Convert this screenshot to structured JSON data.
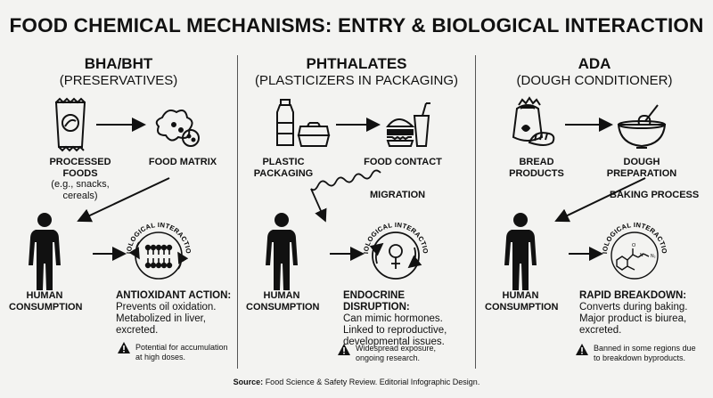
{
  "title": "FOOD CHEMICAL MECHANISMS: ENTRY & BIOLOGICAL INTERACTION",
  "bio_label": "BIOLOGICAL INTERACTION",
  "columns": [
    {
      "heading": "BHA/BHT",
      "subheading": "(PRESERVATIVES)",
      "source_label": "PROCESSED FOODS",
      "source_sub": "(e.g., snacks, cereals)",
      "target_label": "FOOD MATRIX",
      "consumption_label": "HUMAN CONSUMPTION",
      "effect_title": "ANTIOXIDANT ACTION:",
      "effect_lines": [
        "Prevents oil oxidation.",
        "Metabolized in liver,",
        "excreted."
      ],
      "warning": [
        "Potential for accumulation",
        "at high doses."
      ]
    },
    {
      "heading": "PHTHALATES",
      "subheading": "(PLASTICIZERS IN PACKAGING)",
      "source_label": "PLASTIC PACKAGING",
      "target_label": "FOOD CONTACT",
      "process_label": "MIGRATION",
      "consumption_label": "HUMAN CONSUMPTION",
      "effect_title": "ENDOCRINE DISRUPTION:",
      "effect_lines": [
        "Can mimic hormones.",
        "Linked to reproductive,",
        "developmental issues."
      ],
      "warning": [
        "Widespread exposure,",
        "ongoing research."
      ]
    },
    {
      "heading": "ADA",
      "subheading": "(DOUGH CONDITIONER)",
      "source_label": "BREAD PRODUCTS",
      "target_label": "DOUGH PREPARATION",
      "process_label": "BAKING PROCESS",
      "consumption_label": "HUMAN CONSUMPTION",
      "effect_title": "RAPID BREAKDOWN:",
      "effect_lines": [
        "Converts during baking.",
        "Major product is biurea,",
        "excreted."
      ],
      "warning": [
        "Banned in some regions due",
        "to breakdown byproducts."
      ]
    }
  ],
  "source_prefix": "Source:",
  "source_text": "Food Science & Safety Review. Editorial Infographic Design."
}
